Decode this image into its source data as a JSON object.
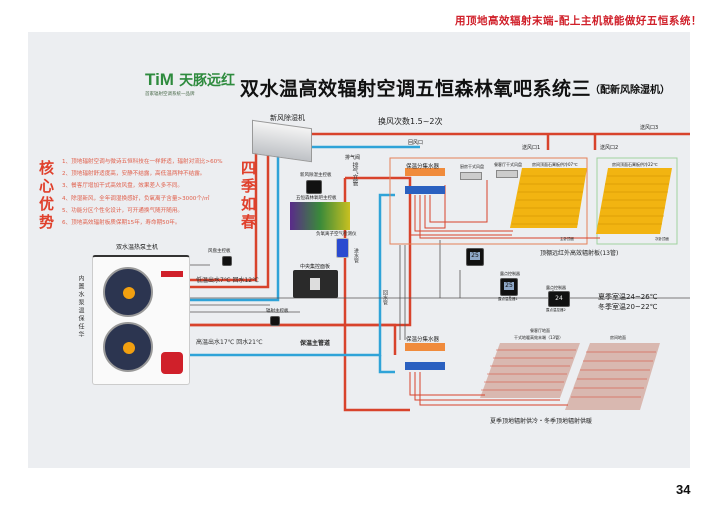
{
  "header": {
    "slogan": "用顶地高效辐射末端-配上主机就能做好五恒系统！"
  },
  "logo": {
    "brand_en": "TiM",
    "brand_cn": "天豚远红",
    "tagline": "首家辐射空调系统一品牌"
  },
  "title": "双水温高效辐射空调五恒森林氧吧系统三",
  "subtitle": "（配新风除湿机）",
  "left_panel": {
    "heading": "核心优势",
    "items": [
      "1、顶地辐射空调与微诗五恒科技在一样舒适，辐射对流比>60%",
      "2、顶地辐射舒适度高，安静不结露，高低温两种不结露。",
      "3、餐客厅增加干式高效风盘，效果差人多不同。",
      "4、除湿新风，全年调湿换感好，负氧离子含量>3000个/㎡",
      "5、功能分区个性化设计，可开通换气随开随用。",
      "6、顶地高效辐射板质保期15年，寿命期50年。"
    ],
    "side_heading": "四季如春"
  },
  "fresh_air": {
    "unit_label": "新风除湿机",
    "air_change": "换风次数1.5~2次",
    "return_port": "回风口",
    "supply1": "送风口1",
    "supply2": "送风口2",
    "supply3": "送风口3"
  },
  "middle": {
    "fresh_panel": "新风除湿主控板",
    "forest_panel": "五恒森林氧吧主控板",
    "anion": "负氧离子空气检测仪",
    "central": "中央集控面板",
    "exhaust_valve": "排气阀",
    "exhaust_riser": "排气立管",
    "supply_pipe": "进水管",
    "return_pipe": "回水管"
  },
  "heat_pump": {
    "label": "双水温热泵主机",
    "side_note": "内置水泵温保任华",
    "fan_coil_ctrl": "风盘主控板",
    "radiant_ctrl": "辐射主控板",
    "low_temp": "低温出水7℃  回水12℃",
    "high_temp": "高温出水17℃  回水21℃",
    "main_pipe": "保温主管道"
  },
  "ceiling": {
    "manifold": "保温分集水器",
    "fan_coil1": "厨房干式风盘",
    "fan_coil2": "餐客厅干式风盘",
    "panel1": "房间顶面石膏板供冷07℃",
    "panel2": "房间顶面石膏板供冷22℃",
    "zone1": "主卧顶面",
    "zone2": "次卧顶面",
    "caption": "顶棚远红外高效辐射板(13管)",
    "thermostat1": "25",
    "dew_ctrl1": "露点控制器",
    "dew_ctrl1_label": "露点温控器1",
    "dew_ctrl2": "露点控制器",
    "dew_ctrl2_label": "露点温控器2",
    "therm2": "25",
    "therm3": "24"
  },
  "comfort": {
    "summer": "夏季室温24~26℃",
    "winter": "冬季室温20~22℃"
  },
  "floor": {
    "manifold": "保温分集水器",
    "panel1_line1": "餐客厅地面",
    "panel1_line2": "干式地暖高效末端（13管）",
    "panel2": "房间地面",
    "caption": "夏季顶地辐射供冷・冬季顶地辐射供暖"
  },
  "page_number": "34",
  "colors": {
    "hot": "#d8432c",
    "cold": "#2fa3d8",
    "panel": "#f2b411",
    "accent": "#d0202a"
  }
}
